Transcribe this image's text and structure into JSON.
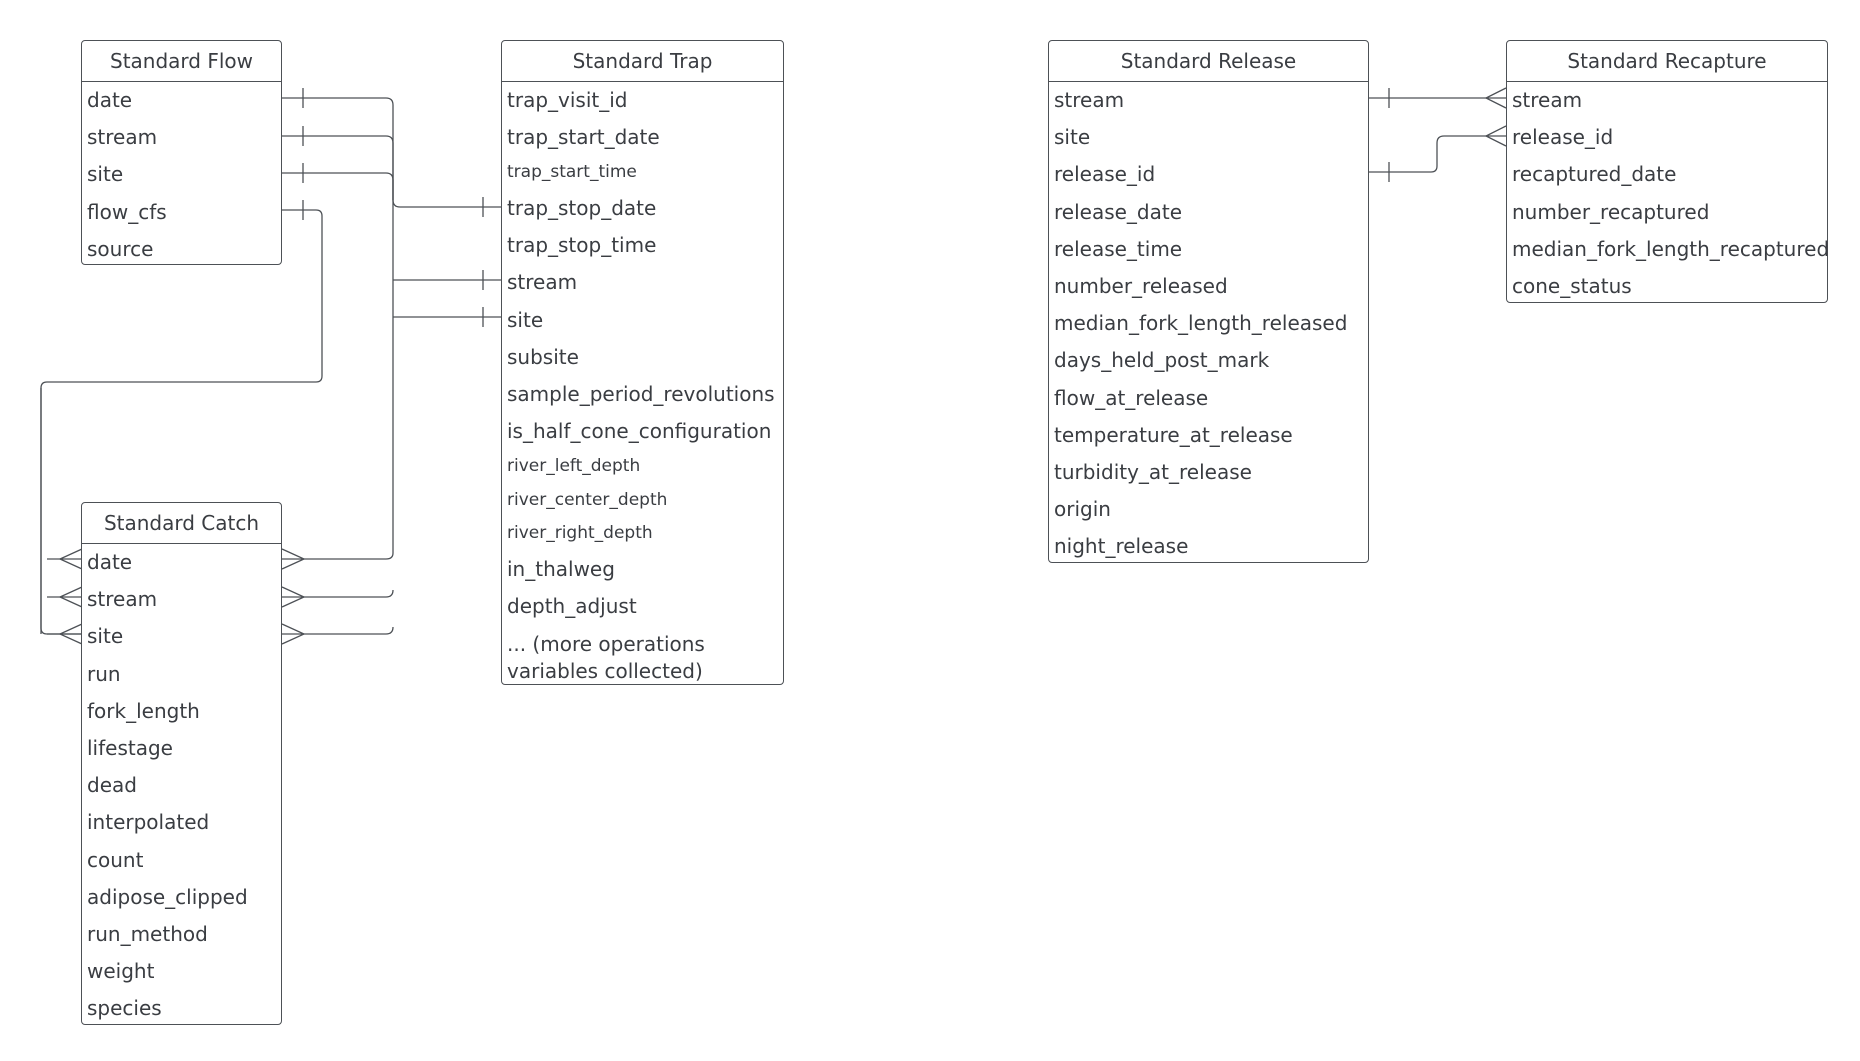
{
  "entities": {
    "flow": {
      "title": "Standard Flow",
      "fields": [
        "date",
        "stream",
        "site",
        "flow_cfs",
        "source"
      ]
    },
    "trap": {
      "title": "Standard Trap",
      "fields": [
        {
          "text": "trap_visit_id"
        },
        {
          "text": "trap_start_date"
        },
        {
          "text": "trap_start_time",
          "size": "small"
        },
        {
          "text": "trap_stop_date"
        },
        {
          "text": "trap_stop_time"
        },
        {
          "text": "stream"
        },
        {
          "text": "site"
        },
        {
          "text": "subsite"
        },
        {
          "text": "sample_period_revolutions"
        },
        {
          "text": "is_half_cone_configuration"
        },
        {
          "text": "river_left_depth",
          "size": "small"
        },
        {
          "text": "river_center_depth",
          "size": "small"
        },
        {
          "text": "river_right_depth",
          "size": "small"
        },
        {
          "text": "in_thalweg"
        },
        {
          "text": "depth_adjust"
        },
        {
          "text": "... (more operations variables collected)",
          "size": "multi"
        }
      ]
    },
    "catch": {
      "title": "Standard Catch",
      "fields": [
        "date",
        "stream",
        "site",
        "run",
        "fork_length",
        "lifestage",
        "dead",
        "interpolated",
        "count",
        "adipose_clipped",
        "run_method",
        "weight",
        "species"
      ]
    },
    "release": {
      "title": "Standard Release",
      "fields": [
        "stream",
        "site",
        "release_id",
        "release_date",
        "release_time",
        "number_released",
        "median_fork_length_released",
        "days_held_post_mark",
        "flow_at_release",
        "temperature_at_release",
        "turbidity_at_release",
        "origin",
        "night_release"
      ]
    },
    "recapture": {
      "title": "Standard Recapture",
      "fields": [
        "stream",
        "release_id",
        "recaptured_date",
        "number_recaptured",
        "median_fork_length_recaptured",
        "cone_status"
      ]
    }
  },
  "colors": {
    "line": "#4d5156",
    "text": "#3a3d42",
    "background": "#ffffff"
  }
}
